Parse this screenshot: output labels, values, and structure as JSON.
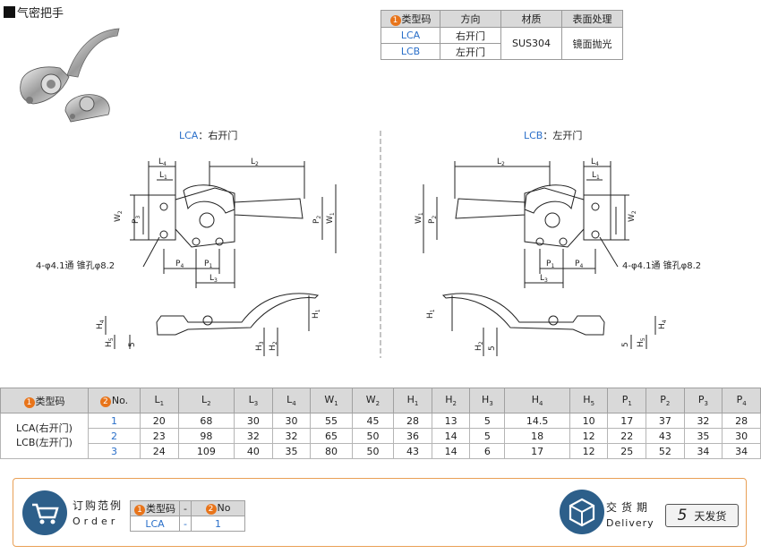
{
  "title": "气密把手",
  "spec_table": {
    "headers": [
      "类型码",
      "方向",
      "材质",
      "表面处理"
    ],
    "header_badge": "1",
    "rows": [
      {
        "code": "LCA",
        "direction": "右开门"
      },
      {
        "code": "LCB",
        "direction": "左开门"
      }
    ],
    "material": "SUS304",
    "surface": "镜面抛光"
  },
  "drawings": {
    "lca_caption_code": "LCA",
    "lca_caption_text": "：右开门",
    "lcb_caption_code": "LCB",
    "lcb_caption_text": "：左开门",
    "hole_note": "4-φ4.1通 锥孔φ8.2",
    "dim_five": "5"
  },
  "main_table": {
    "type_header": "类型码",
    "type_badge": "1",
    "no_header": "No.",
    "no_badge": "2",
    "columns": [
      {
        "base": "L",
        "sub": "1"
      },
      {
        "base": "L",
        "sub": "2"
      },
      {
        "base": "L",
        "sub": "3"
      },
      {
        "base": "L",
        "sub": "4"
      },
      {
        "base": "W",
        "sub": "1"
      },
      {
        "base": "W",
        "sub": "2"
      },
      {
        "base": "H",
        "sub": "1"
      },
      {
        "base": "H",
        "sub": "2"
      },
      {
        "base": "H",
        "sub": "3"
      },
      {
        "base": "H",
        "sub": "4"
      },
      {
        "base": "H",
        "sub": "5"
      },
      {
        "base": "P",
        "sub": "1"
      },
      {
        "base": "P",
        "sub": "2"
      },
      {
        "base": "P",
        "sub": "3"
      },
      {
        "base": "P",
        "sub": "4"
      }
    ],
    "type_codes": [
      "LCA(右开门)",
      "LCB(左开门)"
    ],
    "rows": [
      {
        "no": "1",
        "values": [
          "20",
          "68",
          "30",
          "30",
          "55",
          "45",
          "28",
          "13",
          "5",
          "14.5",
          "10",
          "17",
          "37",
          "32",
          "28"
        ]
      },
      {
        "no": "2",
        "values": [
          "23",
          "98",
          "32",
          "32",
          "65",
          "50",
          "36",
          "14",
          "5",
          "18",
          "12",
          "22",
          "43",
          "35",
          "30"
        ]
      },
      {
        "no": "3",
        "values": [
          "24",
          "109",
          "40",
          "35",
          "80",
          "50",
          "43",
          "14",
          "6",
          "17",
          "12",
          "25",
          "52",
          "34",
          "34"
        ]
      }
    ]
  },
  "order": {
    "label_cn": "订购范例",
    "label_en": "Order",
    "table_h1": "类型码",
    "table_h1_badge": "1",
    "table_dash": "-",
    "table_h2": "No",
    "table_h2_badge": "2",
    "example_code": "LCA",
    "example_no": "1"
  },
  "delivery": {
    "label_cn": "交货期",
    "label_en": "Delivery",
    "days": "5",
    "unit": "天发货"
  },
  "colors": {
    "accent_blue": "#2a6fc9",
    "badge_orange": "#e8741a",
    "order_border": "#e9a056",
    "icon_blue": "#2d5f8a"
  }
}
